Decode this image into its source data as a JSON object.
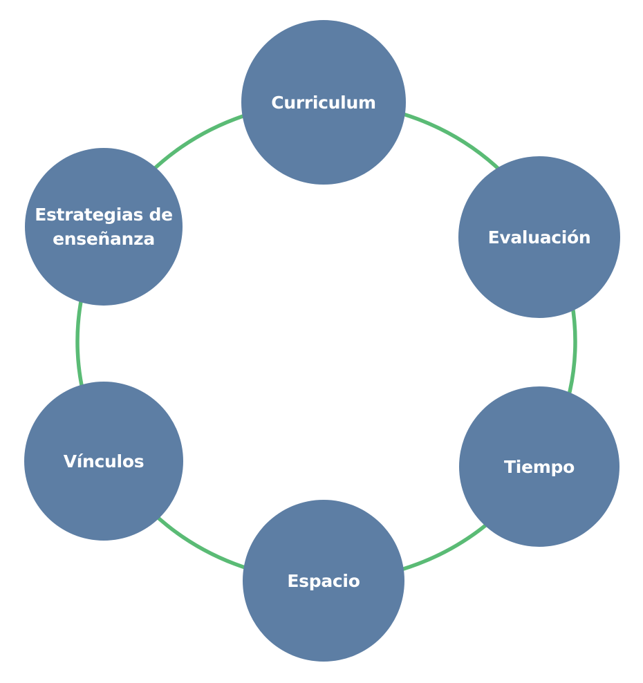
{
  "diagram": {
    "type": "cycle",
    "background": "#ffffff",
    "colors": {
      "node_fill": "#5d7ea4",
      "node_text": "#ffffff",
      "ring_stroke": "#5abb75"
    },
    "nodes": [
      {
        "label": "Curriculum"
      },
      {
        "label": "Evaluación"
      },
      {
        "label": "Tiempo"
      },
      {
        "label": "Espacio"
      },
      {
        "label": "Vínculos"
      },
      {
        "label": "Estrategias de enseñanza"
      }
    ]
  }
}
